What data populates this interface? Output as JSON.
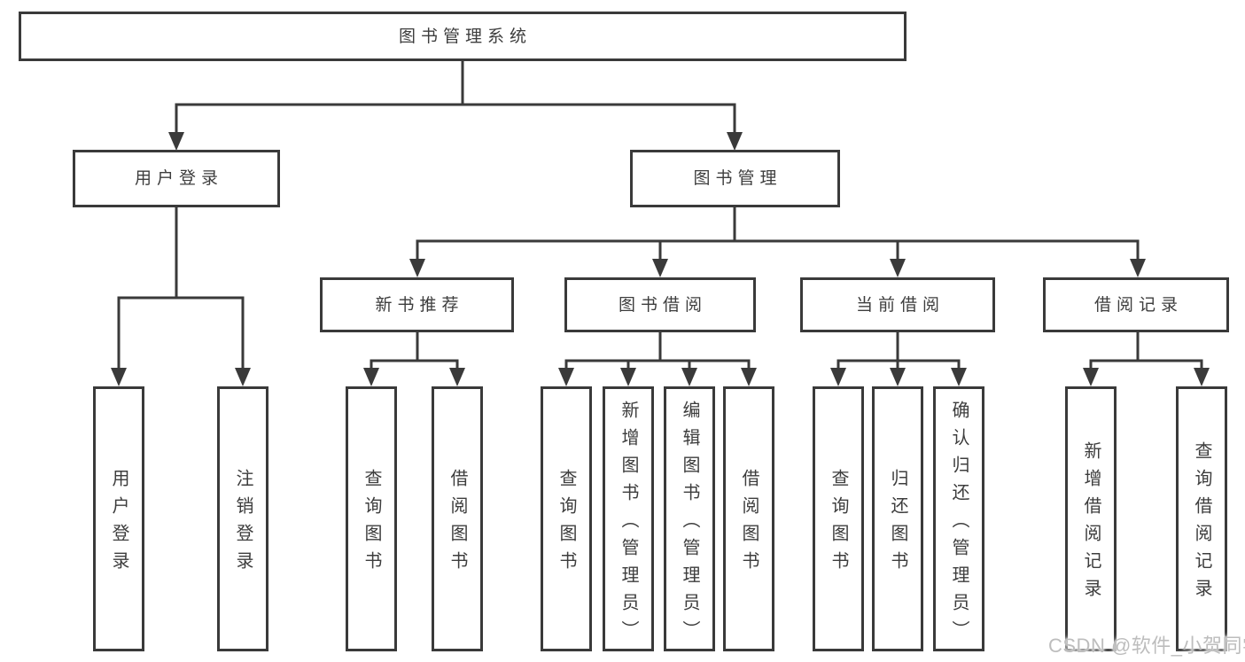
{
  "diagram": {
    "type": "hierarchy-tree",
    "colors": {
      "line": "#3a3a3a",
      "text": "#3d3d3d",
      "box_background": "#ffffff",
      "watermark_text_color": "#bdbdbd"
    },
    "tree": {
      "label": "图书管理系统",
      "children": [
        {
          "label": "用户登录",
          "children": [
            {
              "label": "用户登录"
            },
            {
              "label": "注销登录"
            }
          ]
        },
        {
          "label": "图书管理",
          "children": [
            {
              "label": "新书推荐",
              "children": [
                {
                  "label": "查询图书"
                },
                {
                  "label": "借阅图书"
                }
              ]
            },
            {
              "label": "图书借阅",
              "children": [
                {
                  "label": "查询图书"
                },
                {
                  "label": "新增图书（管理员）"
                },
                {
                  "label": "编辑图书（管理员）"
                },
                {
                  "label": "借阅图书"
                }
              ]
            },
            {
              "label": "当前借阅",
              "children": [
                {
                  "label": "查询图书"
                },
                {
                  "label": "归还图书"
                },
                {
                  "label": "确认归还（管理员）"
                }
              ]
            },
            {
              "label": "借阅记录",
              "children": [
                {
                  "label": "新增借阅记录"
                },
                {
                  "label": "查询借阅记录"
                }
              ]
            }
          ]
        }
      ]
    }
  },
  "watermark": {
    "text": "CSDN @软件_小贺同学"
  }
}
